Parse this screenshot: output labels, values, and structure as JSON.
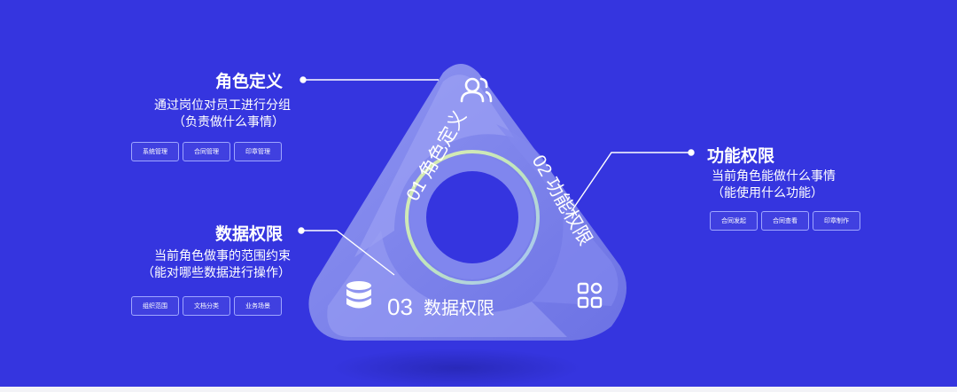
{
  "colors": {
    "background": "#3535df",
    "triangle": "#7a80ea",
    "ring_highlight": "#d7f59a"
  },
  "sections": {
    "role": {
      "title": "角色定义",
      "desc_lines": [
        "通过岗位对员工进行分组",
        "（负责做什么事情）"
      ],
      "tags": [
        "系统管理",
        "合同管理",
        "印章管理"
      ],
      "icon": "users-icon"
    },
    "function": {
      "title": "功能权限",
      "desc_lines": [
        "当前角色能做什么事情",
        "（能使用什么功能）"
      ],
      "tags": [
        "合同发起",
        "合同查看",
        "印章制作"
      ],
      "icon": "grid-apps-icon"
    },
    "data": {
      "title": "数据权限",
      "desc_lines": [
        "当前角色做事的范围约束",
        "（能对哪些数据进行操作）"
      ],
      "tags": [
        "组织范围",
        "文档分类",
        "业务场景"
      ],
      "icon": "database-icon"
    }
  },
  "triangle_labels": {
    "label1": "01 角色定义",
    "label2": "02 功能权限",
    "label3_num": "03",
    "label3_text": "数据权限"
  }
}
